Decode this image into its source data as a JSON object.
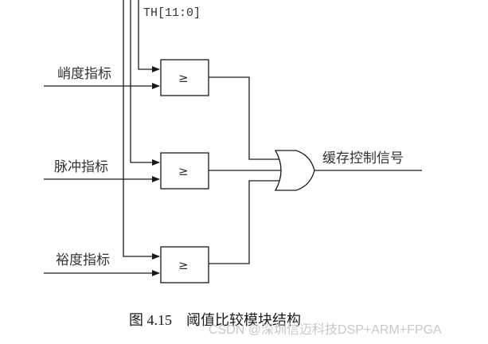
{
  "diagram": {
    "bus_label": "TH[11:0]",
    "inputs": [
      {
        "label": "峭度指标"
      },
      {
        "label": "脉冲指标"
      },
      {
        "label": "裕度指标"
      }
    ],
    "comparator_symbol": "≥",
    "or_gate_output_label": "缓存控制信号",
    "caption": "图 4.15    阈值比较模块结构",
    "watermark": "CSDN @深圳信迈科技DSP+ARM+FPGA"
  }
}
